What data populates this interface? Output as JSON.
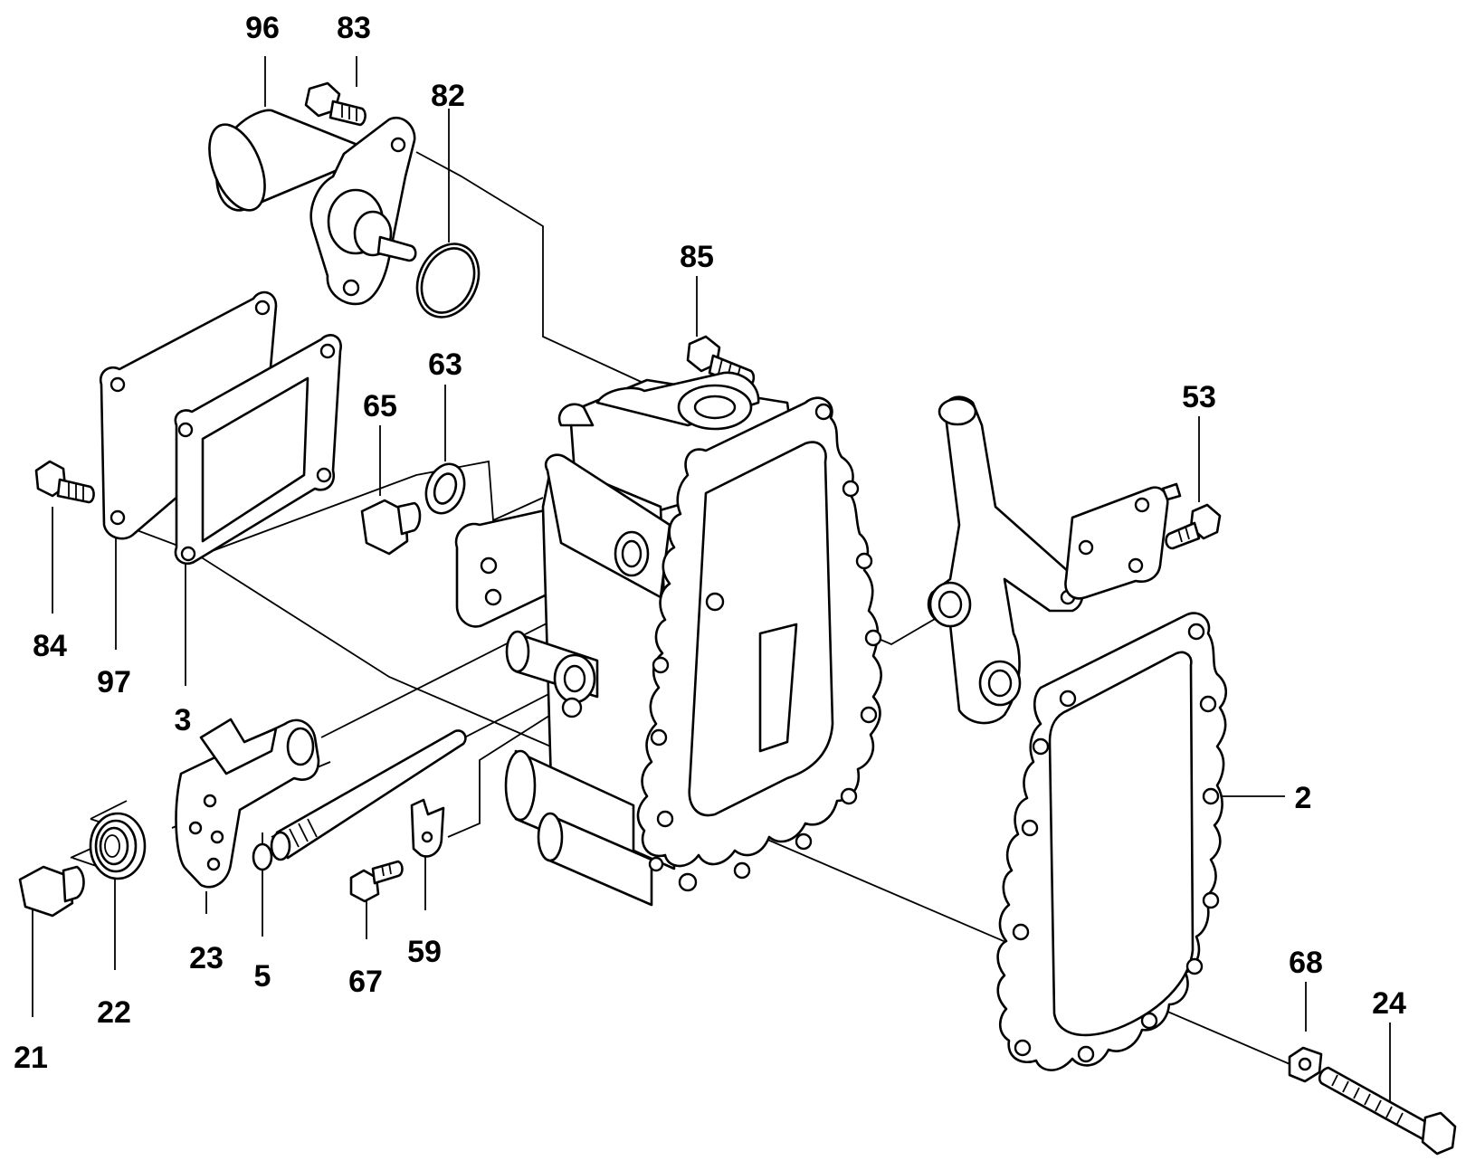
{
  "diagram": {
    "labels": {
      "p96": "96",
      "p83": "83",
      "p82": "82",
      "p85": "85",
      "p63": "63",
      "p65": "65",
      "p53": "53",
      "p84": "84",
      "p97": "97",
      "p3": "3",
      "p2": "2",
      "p21": "21",
      "p22": "22",
      "p23": "23",
      "p5": "5",
      "p67": "67",
      "p59": "59",
      "p68": "68",
      "p24": "24"
    }
  }
}
